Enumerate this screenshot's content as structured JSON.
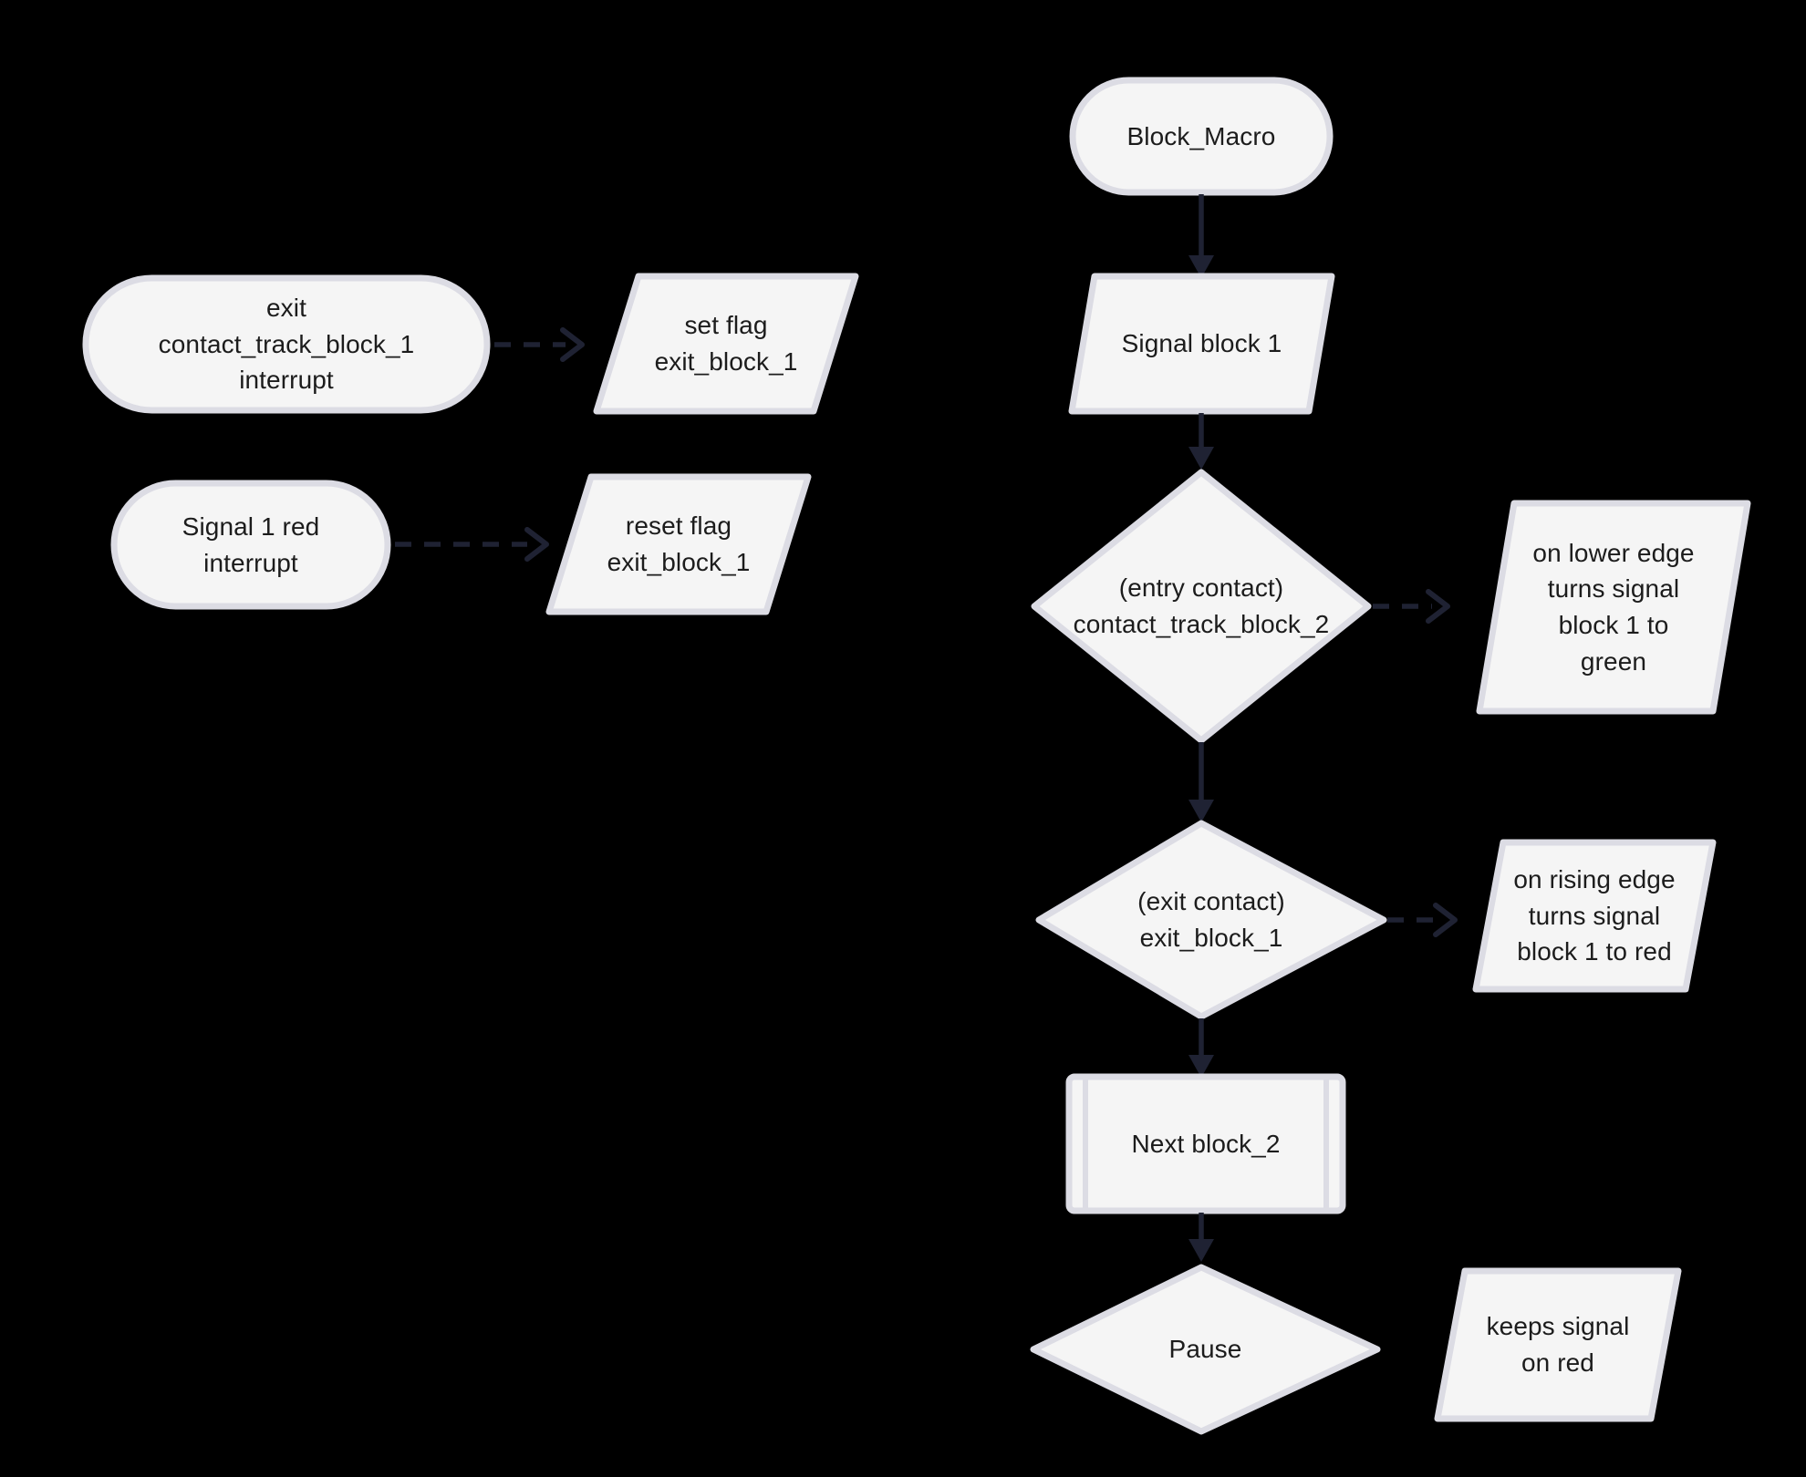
{
  "diagram": {
    "type": "flowchart",
    "background_color": "#000000",
    "node_fill_color": "#f5f5f5",
    "node_border_color": "#dcdce4",
    "edge_color": "#1f2233",
    "text_color": "#1c1c1c",
    "nodes": [
      {
        "id": "exit-contact-interrupt",
        "shape": "stadium",
        "label": "exit\ncontact_track_block_1\ninterrupt"
      },
      {
        "id": "set-flag",
        "shape": "parallelogram",
        "label": "set flag\nexit_block_1"
      },
      {
        "id": "signal-1-red-interrupt",
        "shape": "stadium",
        "label": "Signal 1 red\ninterrupt"
      },
      {
        "id": "reset-flag",
        "shape": "parallelogram",
        "label": "reset flag\nexit_block_1"
      },
      {
        "id": "block-macro",
        "shape": "stadium",
        "label": "Block_Macro"
      },
      {
        "id": "signal-block-1",
        "shape": "parallelogram",
        "label": "Signal block 1"
      },
      {
        "id": "entry-contact",
        "shape": "diamond",
        "label": "(entry contact)\ncontact_track_block_2"
      },
      {
        "id": "on-lower-edge",
        "shape": "parallelogram",
        "label": "on lower edge\nturns signal\nblock 1 to\ngreen"
      },
      {
        "id": "exit-contact",
        "shape": "diamond",
        "label": "(exit contact)\nexit_block_1"
      },
      {
        "id": "on-rising-edge",
        "shape": "parallelogram",
        "label": "on rising edge\nturns signal\nblock 1 to red"
      },
      {
        "id": "next-block-2",
        "shape": "subprocess",
        "label": "Next block_2"
      },
      {
        "id": "pause",
        "shape": "diamond",
        "label": "Pause"
      },
      {
        "id": "keeps-signal-on-red",
        "shape": "parallelogram",
        "label": "keeps signal\non red"
      }
    ],
    "edges": [
      {
        "from": "exit-contact-interrupt",
        "to": "set-flag",
        "style": "dashed",
        "label": ""
      },
      {
        "from": "signal-1-red-interrupt",
        "to": "reset-flag",
        "style": "dashed",
        "label": ""
      },
      {
        "from": "block-macro",
        "to": "signal-block-1",
        "style": "solid",
        "label": ""
      },
      {
        "from": "signal-block-1",
        "to": "entry-contact",
        "style": "solid",
        "label": ""
      },
      {
        "from": "entry-contact",
        "to": "on-lower-edge",
        "style": "dashed",
        "label": ""
      },
      {
        "from": "entry-contact",
        "to": "exit-contact",
        "style": "solid",
        "label": ""
      },
      {
        "from": "exit-contact",
        "to": "on-rising-edge",
        "style": "dashed",
        "label": ""
      },
      {
        "from": "exit-contact",
        "to": "next-block-2",
        "style": "solid",
        "label": ""
      },
      {
        "from": "next-block-2",
        "to": "pause",
        "style": "solid",
        "label": ""
      }
    ]
  }
}
